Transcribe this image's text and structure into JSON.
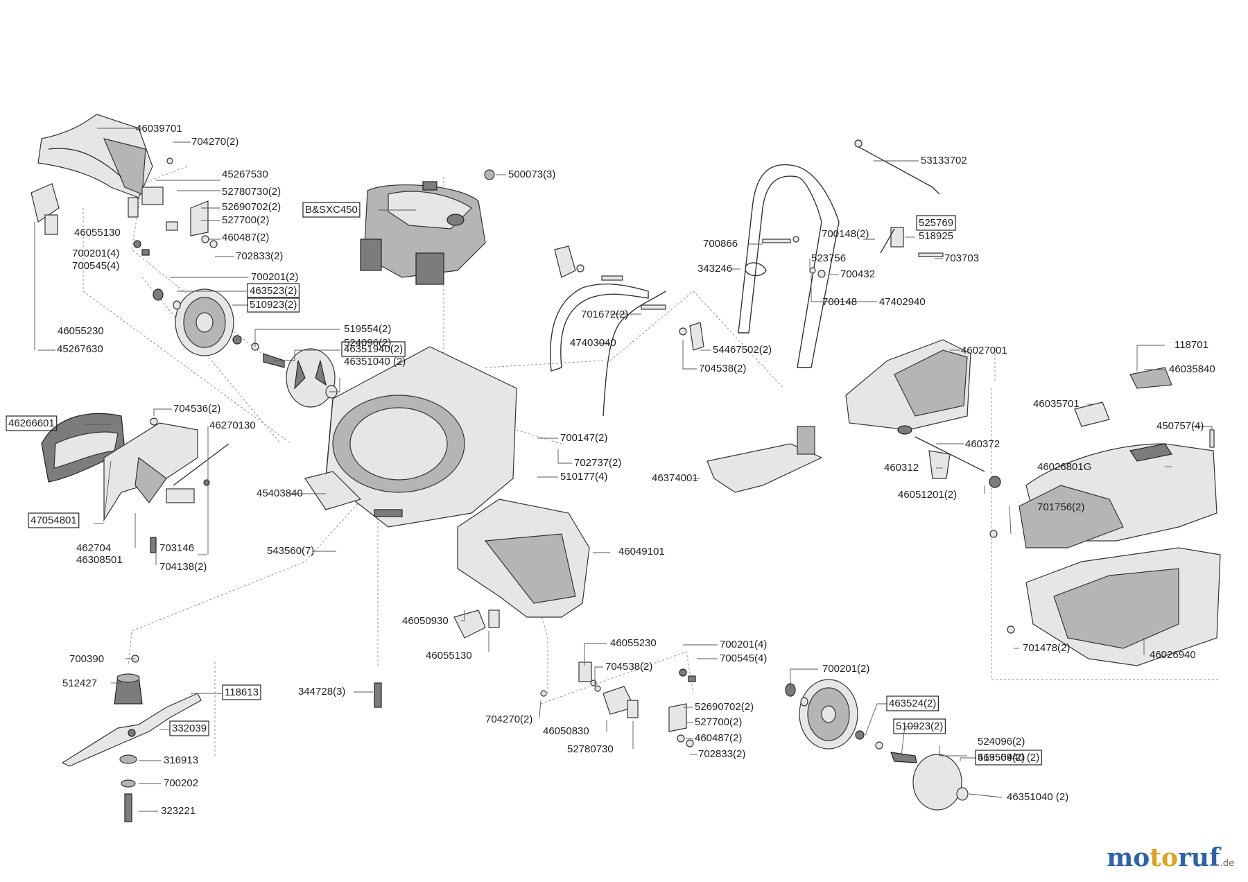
{
  "labels": [
    {
      "text": "46039701",
      "boxed": false
    },
    {
      "text": "704270(2)",
      "boxed": false
    },
    {
      "text": "45267530",
      "boxed": false
    },
    {
      "text": "52780730(2)",
      "boxed": false
    },
    {
      "text": "52690702(2)",
      "boxed": false
    },
    {
      "text": "527700(2)",
      "boxed": false
    },
    {
      "text": "460487(2)",
      "boxed": false
    },
    {
      "text": "702833(2)",
      "boxed": false
    },
    {
      "text": "46055130",
      "boxed": false
    },
    {
      "text": "700201(4)",
      "boxed": false
    },
    {
      "text": "700545(4)",
      "boxed": false
    },
    {
      "text": "700201(2)",
      "boxed": false
    },
    {
      "text": "463523(2)",
      "boxed": true
    },
    {
      "text": "510923(2)",
      "boxed": true
    },
    {
      "text": "46055230",
      "boxed": false
    },
    {
      "text": "45267630",
      "boxed": false
    },
    {
      "text": "519554(2)",
      "boxed": false
    },
    {
      "text": "524096(2)",
      "boxed": false
    },
    {
      "text": "46351940(2)",
      "boxed": true
    },
    {
      "text": "46351040 (2)",
      "boxed": false
    },
    {
      "text": "500073(3)",
      "boxed": false
    },
    {
      "text": "B&SXC450",
      "boxed": true
    },
    {
      "text": "46266601",
      "boxed": true
    },
    {
      "text": "704536(2)",
      "boxed": false
    },
    {
      "text": "46270130",
      "boxed": false
    },
    {
      "text": "47054801",
      "boxed": true
    },
    {
      "text": "462704",
      "boxed": false
    },
    {
      "text": "46308501",
      "boxed": false
    },
    {
      "text": "703146",
      "boxed": false
    },
    {
      "text": "704138(2)",
      "boxed": false
    },
    {
      "text": "45403840",
      "boxed": false
    },
    {
      "text": "543560(7)",
      "boxed": false
    },
    {
      "text": "700147(2)",
      "boxed": false
    },
    {
      "text": "702737(2)",
      "boxed": false
    },
    {
      "text": "510177(4)",
      "boxed": false
    },
    {
      "text": "701672(2)",
      "boxed": false
    },
    {
      "text": "47403040",
      "boxed": false
    },
    {
      "text": "54467502(2)",
      "boxed": false
    },
    {
      "text": "704538(2)",
      "boxed": false
    },
    {
      "text": "53133702",
      "boxed": false
    },
    {
      "text": "700866",
      "boxed": false
    },
    {
      "text": "700148(2)",
      "boxed": false
    },
    {
      "text": "525769",
      "boxed": true
    },
    {
      "text": "518925",
      "boxed": false
    },
    {
      "text": "523756",
      "boxed": false
    },
    {
      "text": "703703",
      "boxed": false
    },
    {
      "text": "343246",
      "boxed": false
    },
    {
      "text": "700432",
      "boxed": false
    },
    {
      "text": "700148",
      "boxed": false
    },
    {
      "text": "47402940",
      "boxed": false
    },
    {
      "text": "46027001",
      "boxed": false
    },
    {
      "text": "460372",
      "boxed": false
    },
    {
      "text": "460312",
      "boxed": false
    },
    {
      "text": "46051201(2)",
      "boxed": false
    },
    {
      "text": "46374001",
      "boxed": false
    },
    {
      "text": "118701",
      "boxed": false
    },
    {
      "text": "46035840",
      "boxed": false
    },
    {
      "text": "46035701",
      "boxed": false
    },
    {
      "text": "450757(4)",
      "boxed": false
    },
    {
      "text": "46026801G",
      "boxed": false
    },
    {
      "text": "701756(2)",
      "boxed": false
    },
    {
      "text": "701478(2)",
      "boxed": false
    },
    {
      "text": "46026940",
      "boxed": false
    },
    {
      "text": "46049101",
      "boxed": false
    },
    {
      "text": "46050930",
      "boxed": false
    },
    {
      "text": "46055130",
      "boxed": false
    },
    {
      "text": "700390",
      "boxed": false
    },
    {
      "text": "512427",
      "boxed": false
    },
    {
      "text": "118613",
      "boxed": true
    },
    {
      "text": "332039",
      "boxed": true
    },
    {
      "text": "316913",
      "boxed": false
    },
    {
      "text": "700202",
      "boxed": false
    },
    {
      "text": "323221",
      "boxed": false
    },
    {
      "text": "344728(3)",
      "boxed": false
    },
    {
      "text": "46055230",
      "boxed": false
    },
    {
      "text": "704538(2)",
      "boxed": false
    },
    {
      "text": "700201(4)",
      "boxed": false
    },
    {
      "text": "700545(4)",
      "boxed": false
    },
    {
      "text": "704270(2)",
      "boxed": false
    },
    {
      "text": "46050830",
      "boxed": false
    },
    {
      "text": "52780730",
      "boxed": false
    },
    {
      "text": "52690702(2)",
      "boxed": false
    },
    {
      "text": "527700(2)",
      "boxed": false
    },
    {
      "text": "460487(2)",
      "boxed": false
    },
    {
      "text": "702833(2)",
      "boxed": false
    },
    {
      "text": "700201(2)",
      "boxed": false
    },
    {
      "text": "463524(2)",
      "boxed": true
    },
    {
      "text": "510923(2)",
      "boxed": true
    },
    {
      "text": "519554(2)",
      "boxed": false
    },
    {
      "text": "524096(2)",
      "boxed": false
    },
    {
      "text": "46350940 (2)",
      "boxed": true
    },
    {
      "text": "46351040 (2)",
      "boxed": false
    }
  ],
  "watermark": {
    "part1": "mo",
    "part2": "to",
    "part3": "ruf",
    "tld": ".de"
  }
}
